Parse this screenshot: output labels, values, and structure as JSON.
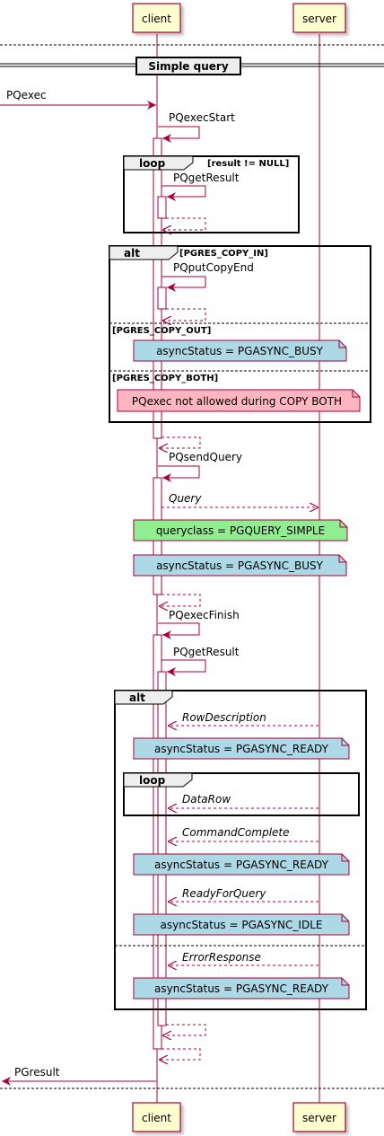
{
  "participants": {
    "client": "client",
    "server": "server"
  },
  "divider": {
    "title": "Simple query"
  },
  "messages": {
    "pqexec": "PQexec",
    "pqexec_start": "PQexecStart",
    "pqget_result_loop": "PQgetResult",
    "pqput_copy_end": "PQputCopyEnd",
    "pqsend_query": "PQsendQuery",
    "query": "Query",
    "pqexec_finish": "PQexecFinish",
    "pqget_result": "PQgetResult",
    "row_description": "RowDescription",
    "data_row": "DataRow",
    "command_complete": "CommandComplete",
    "ready_for_query": "ReadyForQuery",
    "error_response": "ErrorResponse",
    "pgresult": "PGresult"
  },
  "frames": {
    "loop1_label": "loop",
    "loop1_guard": "[result != NULL]",
    "alt1_label": "alt",
    "alt1_guard1": "[PGRES_COPY_IN]",
    "alt1_guard2": "[PGRES_COPY_OUT]",
    "alt1_guard3": "[PGRES_COPY_BOTH]",
    "alt2_label": "alt",
    "loop2_label": "loop"
  },
  "notes": {
    "busy1": "asyncStatus = PGASYNC_BUSY",
    "copy_both": "PQexec not allowed during COPY BOTH",
    "queryclass": "queryclass = PGQUERY_SIMPLE",
    "busy2": "asyncStatus = PGASYNC_BUSY",
    "ready1": "asyncStatus = PGASYNC_READY",
    "ready2": "asyncStatus = PGASYNC_READY",
    "idle": "asyncStatus = PGASYNC_IDLE",
    "ready3": "asyncStatus = PGASYNC_READY"
  },
  "colors": {
    "line": "#A80036",
    "participant_fill": "#FEFECE",
    "note_blue": "#ADD8E6",
    "note_pink": "#FFB6C1",
    "note_green": "#90EE90"
  }
}
